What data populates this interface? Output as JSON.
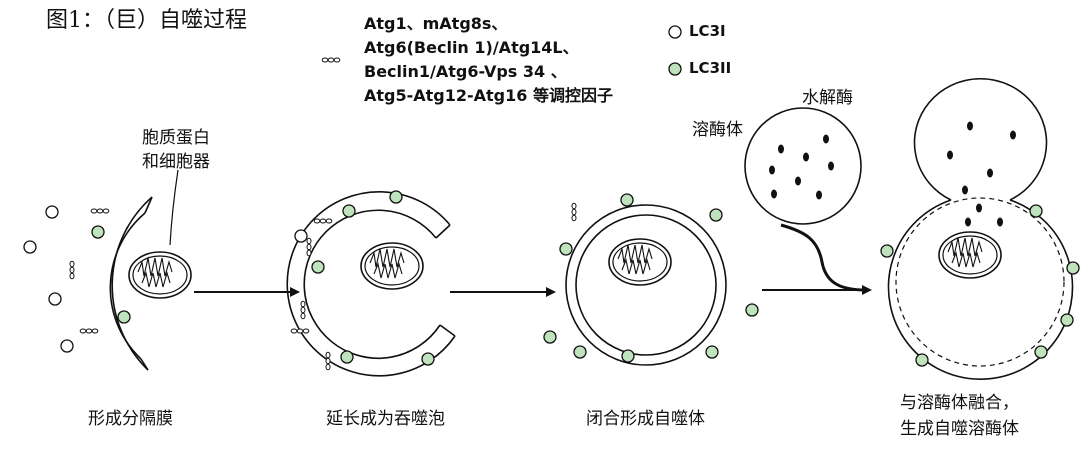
{
  "title": "图1：（巨）自噬过程",
  "factors": {
    "lines": [
      "Atg1、mAtg8s、",
      "Atg6(Beclin 1)/Atg14L、",
      "Beclin1/Atg6-Vps 34 、",
      "Atg5-Atg12-Atg16 等调控因子"
    ],
    "icon": "triple-bead-icon"
  },
  "legend": {
    "lc3i": {
      "label": "LC3I",
      "color": "#ffffff"
    },
    "lc3ii": {
      "label": "LC3II",
      "color": "#bfe3bc"
    }
  },
  "labels": {
    "cytoplasm": [
      "胞质蛋白",
      "和细胞器"
    ],
    "lysosome": "溶酶体",
    "hydrolase": "水解酶"
  },
  "stages": [
    {
      "caption": [
        "形成分隔膜"
      ]
    },
    {
      "caption": [
        "延长成为吞噬泡"
      ]
    },
    {
      "caption": [
        "闭合形成自噬体"
      ]
    },
    {
      "caption": [
        "与溶酶体融合，",
        "生成自噬溶酶体"
      ]
    }
  ],
  "colors": {
    "stroke": "#111111",
    "lc3ii_fill": "#bfe3bc"
  }
}
